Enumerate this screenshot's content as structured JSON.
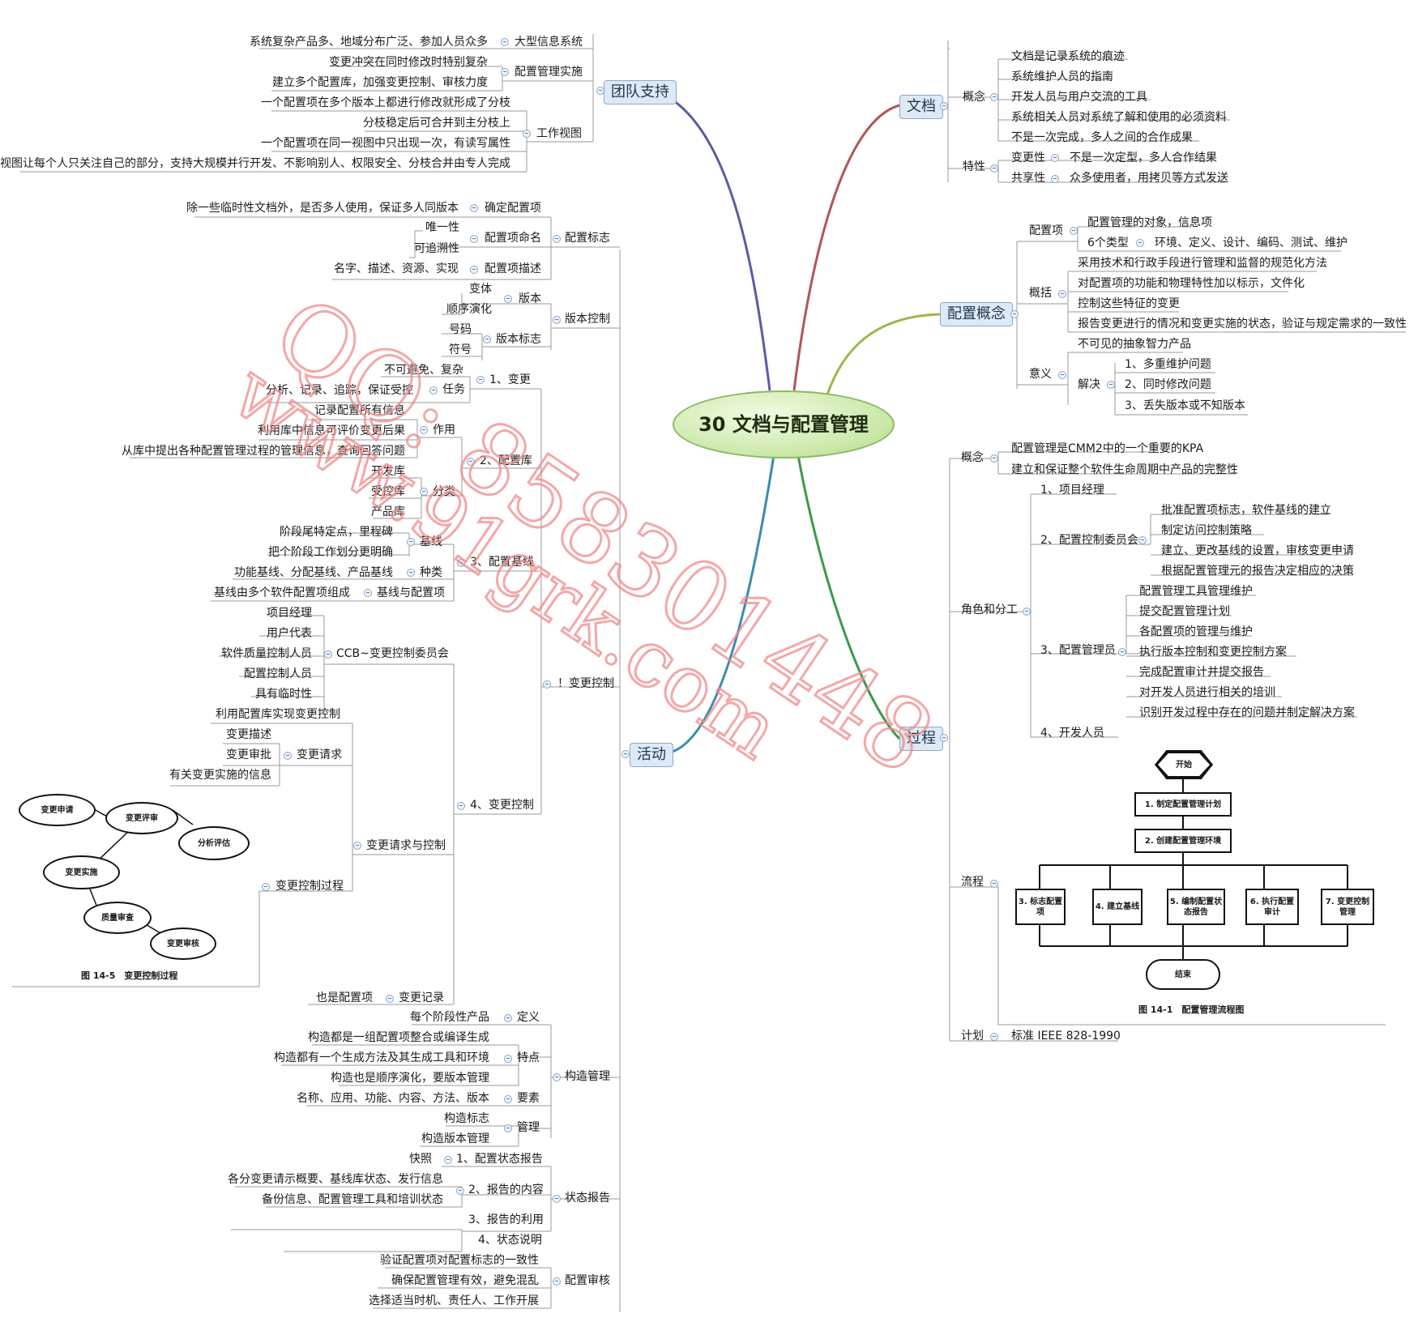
{
  "center": "30 文档与配置管理",
  "doc": {
    "title": "文档",
    "concept_label": "概念",
    "concept_items": [
      "文档是记录系统的痕迹",
      "系统维护人员的指南",
      "开发人员与用户交流的工具",
      "系统相关人员对系统了解和使用的必须资料",
      "不是一次完成，多人之间的合作成果"
    ],
    "feature_label": "特性",
    "change_label": "变更性",
    "change_text": "不是一次定型，多人合作结果",
    "share_label": "共享性",
    "share_text": "众多使用者，用拷贝等方式发送"
  },
  "cfg": {
    "title": "配置概念",
    "item_label": "配置项",
    "item_1": "配置管理的对象，信息项",
    "item_types": "6个类型",
    "item_types_text": "环境、定义、设计、编码、测试、维护",
    "overview_label": "概括",
    "overview_items": [
      "采用技术和行政手段进行管理和监督的规范化方法",
      "对配置项的功能和物理特性加以标示，文件化",
      "控制这些特征的变更",
      "报告变更进行的情况和变更实施的状态，验证与规定需求的一致性"
    ],
    "meaning_label": "意义",
    "meaning_1": "不可见的抽象智力产品",
    "solve_label": "解决",
    "solve_items": [
      "1、多重维护问题",
      "2、同时修改问题",
      "3、丢失版本或不知版本"
    ]
  },
  "proc": {
    "title": "过程",
    "concept_label": "概念",
    "concept_items": [
      "配置管理是CMM2中的一个重要的KPA",
      "建立和保证整个软件生命周期中产品的完整性"
    ],
    "roles_label": "角色和分工",
    "role_pm": "1、项目经理",
    "role_ccb": "2、配置控制委员会",
    "ccb_items": [
      "批准配置项标志，软件基线的建立",
      "制定访问控制策略",
      "建立、更改基线的设置，审核变更申请",
      "根据配置管理元的报告决定相应的决策"
    ],
    "role_cm": "3、配置管理员",
    "cm_items": [
      "配置管理工具管理维护",
      "提交配置管理计划",
      "各配置项的管理与维护",
      "执行版本控制和变更控制方案",
      "完成配置审计并提交报告",
      "对开发人员进行相关的培训",
      "识别开发过程中存在的问题并制定解决方案"
    ],
    "role_dev": "4、开发人员",
    "flow_label": "流程",
    "plan_label": "计划",
    "plan_text": "标准 IEEE 828-1990",
    "flow": {
      "start": "开始",
      "step1": "1. 制定配置管理计划",
      "step2": "2. 创建配置管理环境",
      "step3": "3. 标志配置项",
      "step4": "4. 建立基线",
      "step5": "5. 编制配置状态报告",
      "step6": "6. 执行配置审计",
      "step7": "7. 变更控制管理",
      "end": "结束",
      "caption": "图 14-1　配置管理流程图"
    }
  },
  "team": {
    "title": "团队支持",
    "big_label": "大型信息系统",
    "big_text": "系统复杂产品多、地域分布广泛、参加人员众多",
    "cmi_label": "配置管理实施",
    "cmi_items": [
      "变更冲突在同时修改时特别复杂",
      "建立多个配置库，加强变更控制、审核力度"
    ],
    "view_label": "工作视图",
    "view_items": [
      "一个配置项在多个版本上都进行修改就形成了分枝",
      "分枝稳定后可合并到主分枝上",
      "一个配置项在同一视图中只出现一次，有读写属性",
      "视图让每个人只关注自己的部分，支持大规模并行开发、不影响别人、权限安全、分枝合并由专人完成"
    ]
  },
  "act": {
    "title": "活动",
    "id_label": "配置标志",
    "id_confirm": "确定配置项",
    "id_confirm_text": "除一些临时性文档外，是否多人使用，保证多人同版本",
    "id_name": "配置项命名",
    "id_name_items": [
      "唯一性",
      "可追溯性"
    ],
    "id_desc": "配置项描述",
    "id_desc_text": "名字、描述、资源、实现",
    "ver_label": "版本控制",
    "ver_v": "版本",
    "ver_v_items": [
      "变体",
      "顺序演化"
    ],
    "ver_m": "版本标志",
    "ver_m_items": [
      "号码",
      "符号"
    ],
    "cc_label": "！变更控制",
    "c1": "1、变更",
    "c1_task": "任务",
    "c1_task_items": [
      "不可避免、复杂",
      "分析、记录、追踪，保证受控"
    ],
    "c2": "2、配置库",
    "c2_use": "作用",
    "c2_use_items": [
      "记录配置所有信息",
      "利用库中信息可评价变更后果",
      "从库中提出各种配置管理过程的管理信息，查询回答问题"
    ],
    "c2_cls": "分类",
    "c2_cls_items": [
      "开发库",
      "受控库",
      "产品库"
    ],
    "c3": "3、配置基线",
    "c3_base": "基线",
    "c3_base_items": [
      "阶段尾特定点，里程碑",
      "把个阶段工作划分更明确"
    ],
    "c3_kind": "种类",
    "c3_kind_text": "功能基线、分配基线、产品基线",
    "c3_bc": "基线与配置项",
    "c3_bc_text": "基线由多个软件配置项组成",
    "c4": "4、变更控制",
    "ccb": "CCB~变更控制委员会",
    "ccb_items": [
      "项目经理",
      "用户代表",
      "软件质量控制人员",
      "配置控制人员",
      "具有临时性"
    ],
    "crc": "变更请求与控制",
    "crc_1": "利用配置库实现变更控制",
    "req": "变更请求",
    "req_items": [
      "变更描述",
      "变更审批"
    ],
    "req_info": "有关变更实施的信息",
    "proc_label": "变更控制过程",
    "rec": "变更记录",
    "rec_text": "也是配置项",
    "build_label": "构造管理",
    "b_def": "定义",
    "b_def_text": "每个阶段性产品",
    "b_feat": "特点",
    "b_feat_items": [
      "构造都是一组配置项整合或编译生成",
      "构造都有一个生成方法及其生成工具和环境",
      "构造也是顺序演化，要版本管理"
    ],
    "b_elem": "要素",
    "b_elem_text": "名称、应用、功能、内容、方法、版本",
    "b_mgmt": "管理",
    "b_mgmt_items": [
      "构造标志",
      "构造版本管理"
    ],
    "st_label": "状态报告",
    "st1": "1、配置状态报告",
    "st1_text": "快照",
    "st2": "2、报告的内容",
    "st2_items": [
      "各分变更请示概要、基线库状态、发行信息",
      "备份信息、配置管理工具和培训状态"
    ],
    "st3": "3、报告的利用",
    "st4": "4、状态说明",
    "aud_label": "配置审核",
    "aud_items": [
      "验证配置项对配置标志的一致性",
      "确保配置管理有效，避免混乱",
      "选择适当时机、责任人、工作开展"
    ]
  },
  "figure": {
    "n1": "变更申请",
    "n2": "变更评审",
    "n3": "分析评估",
    "n4": "变更实施",
    "n5": "质量审查",
    "n6": "变更审核",
    "caption": "图 14-5　变更控制过程"
  },
  "watermark": {
    "line1": "QQ: 858301448",
    "line2": "www.91grk.com",
    "color": "#f08a8a"
  }
}
